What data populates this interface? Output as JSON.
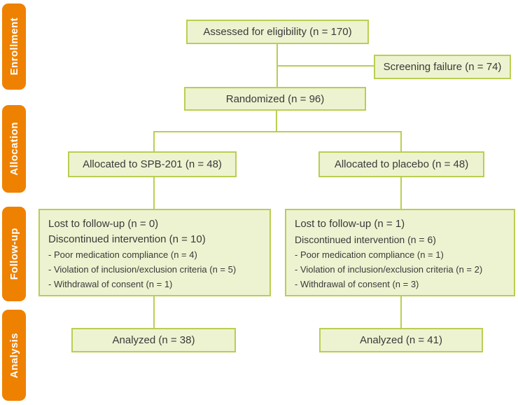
{
  "colors": {
    "orange": "#EE8100",
    "box_fill": "#EDF3D0",
    "box_border": "#BCCD52",
    "text_color": "#3A3A3A",
    "label_text": "#FFFFFF"
  },
  "stages": [
    {
      "id": "enrollment",
      "label": "Enrollment"
    },
    {
      "id": "allocation",
      "label": "Allocation"
    },
    {
      "id": "followup",
      "label": "Follow-up"
    },
    {
      "id": "analysis",
      "label": "Analysis"
    }
  ],
  "boxes": {
    "assessed": "Assessed for eligibility (n = 170)",
    "screening_failure": "Screening failure (n = 74)",
    "randomized": "Randomized (n = 96)",
    "allocated_left": "Allocated to SPB-201 (n = 48)",
    "allocated_right": "Allocated to placebo (n = 48)",
    "followup_left": {
      "lines": [
        "Lost to follow-up (n = 0)",
        "Discontinued intervention (n = 10)",
        "- Poor medication compliance (n = 4)",
        "- Violation of inclusion/exclusion criteria (n = 5)",
        "- Withdrawal of consent (n = 1)"
      ]
    },
    "followup_right": {
      "lines": [
        "Lost to follow-up (n = 1)",
        "Discontinued intervention (n = 6)",
        "- Poor medication compliance (n = 1)",
        "- Violation of inclusion/exclusion criteria (n = 2)",
        "- Withdrawal of consent (n = 3)"
      ]
    },
    "analyzed_left": "Analyzed (n = 38)",
    "analyzed_right": "Analyzed (n = 41)"
  }
}
